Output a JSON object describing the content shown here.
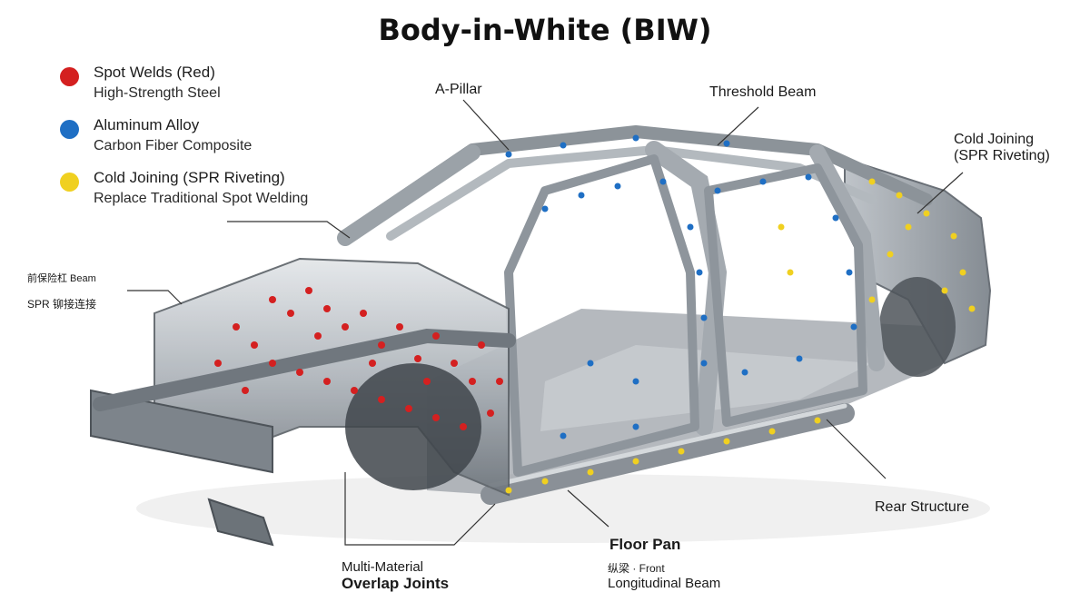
{
  "title": "Body-in-White (BIW)",
  "legend": [
    {
      "primary": "Spot Welds (Red)",
      "secondary": "High-Strength Steel",
      "color": "#d42020"
    },
    {
      "primary": "Aluminum Alloy",
      "secondary": "Carbon Fiber Composite",
      "color": "#1f6fc4"
    },
    {
      "primary": "Cold Joining (SPR Riveting)",
      "secondary": "Replace Traditional Spot Welding",
      "color": "#f0d020"
    }
  ],
  "labels": {
    "a_pillar": "A-Pillar",
    "threshold_beam": "Threshold Beam",
    "cold_joining_line1": "Cold Joining",
    "cold_joining_line2": "(SPR Riveting)",
    "front_beam_cn": "前保险杠 Beam",
    "spr_cn": "SPR 铆接连接",
    "rear_structure": "Rear Structure",
    "floor_pan": "Floor Pan",
    "front_longitudinal_line1": "纵梁 · Front",
    "front_longitudinal_line2": "Longitudinal Beam",
    "multi_material_line1": "Multi-Material",
    "multi_material_line2": "Overlap Joints"
  },
  "colors": {
    "frame": "#9aa1a8",
    "frame_dark": "#5b6168",
    "spot_weld": "#d42020",
    "aluminum": "#1f6fc4",
    "cold_joining": "#f0d020"
  }
}
